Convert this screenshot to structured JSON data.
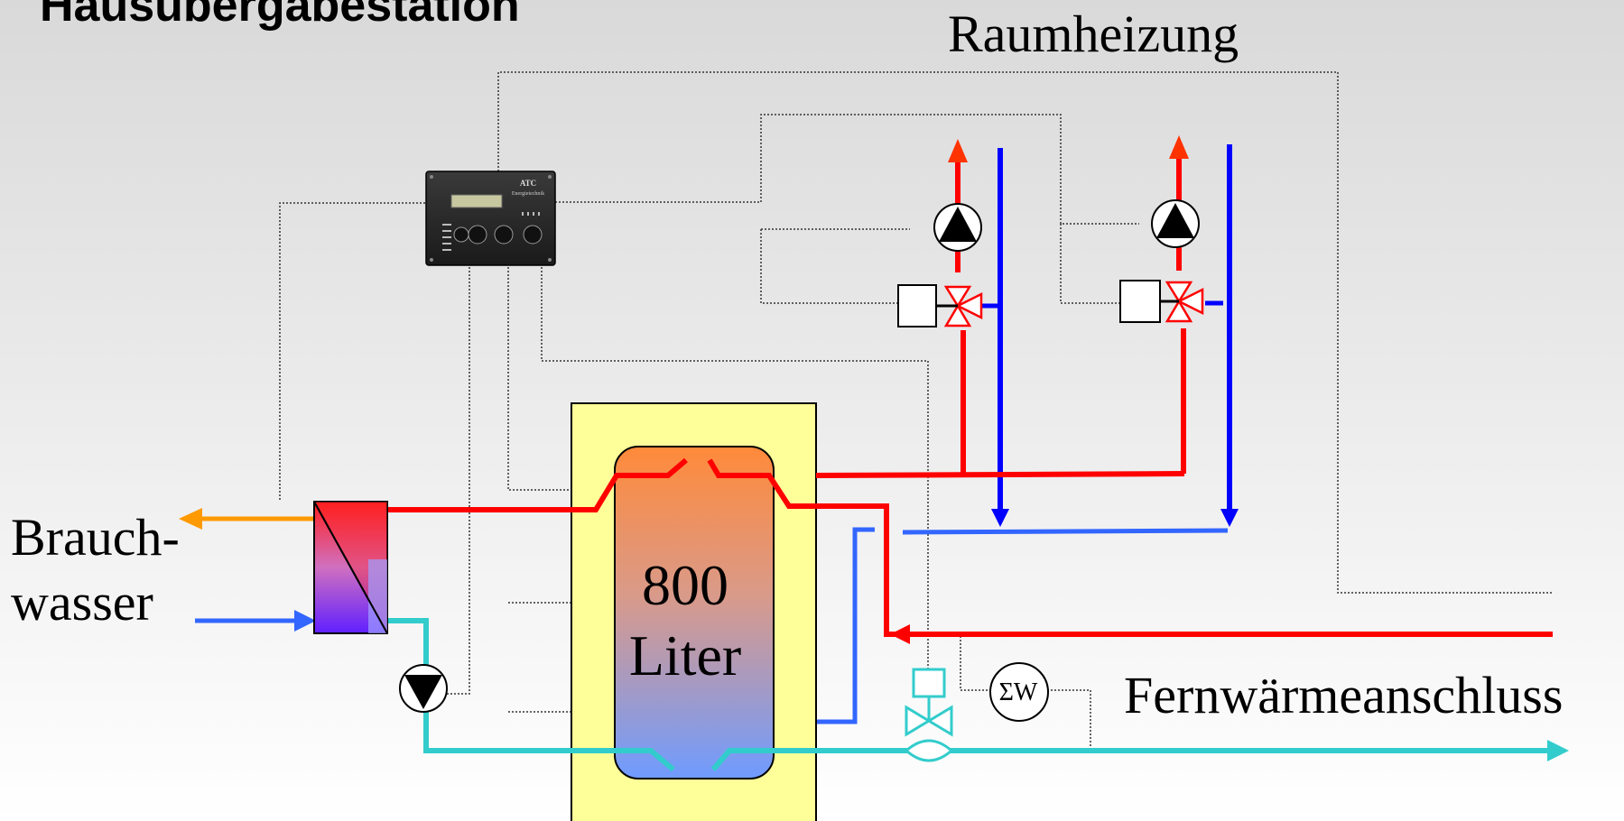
{
  "title": "Hausübergabestation",
  "labels": {
    "space_heating": "Raumheizung",
    "hot_water_line1": "Brauch-",
    "hot_water_line2": "wasser",
    "district_heating": "Fernwärmeanschluss",
    "tank_volume": "800",
    "tank_unit": "Liter",
    "heat_meter": "ΣW"
  },
  "controller": {
    "brand": "ATC",
    "subtitle": "Energietechnik"
  },
  "colors": {
    "supply_hot": "#ff0000",
    "return_cold": "#0000ff",
    "return_light": "#3366ff",
    "district_return": "#33cccc",
    "hot_water_out": "#ff9900",
    "tank_jacket": "#ffff99",
    "tank_top": "#ff8a3a",
    "tank_bottom": "#6f9bff",
    "signal_line": "#333333"
  },
  "icons": [
    "controller-panel-icon",
    "pump-up-icon",
    "pump-down-icon",
    "three-way-valve-icon",
    "actuator-box-icon",
    "heat-exchanger-icon",
    "control-valve-icon",
    "heat-meter-icon",
    "arrow-icon"
  ]
}
